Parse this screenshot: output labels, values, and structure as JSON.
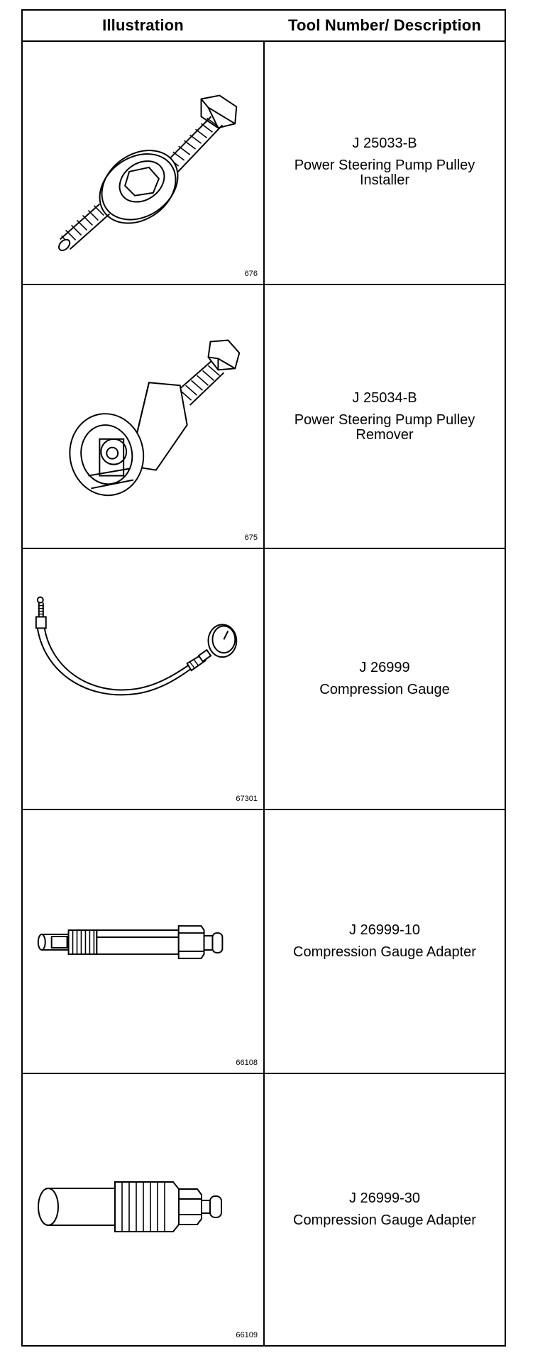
{
  "header": {
    "illustration": "Illustration",
    "tool": "Tool Number/ Description"
  },
  "rows": [
    {
      "fig": "676",
      "number": "J 25033-B",
      "description": "Power Steering Pump Pulley Installer",
      "icon": "pulley-installer-icon"
    },
    {
      "fig": "675",
      "number": "J 25034-B",
      "description": "Power Steering Pump Pulley Remover",
      "icon": "pulley-remover-icon"
    },
    {
      "fig": "67301",
      "number": "J 26999",
      "description": "Compression Gauge",
      "icon": "compression-gauge-icon"
    },
    {
      "fig": "66108",
      "number": "J 26999-10",
      "description": "Compression Gauge Adapter",
      "icon": "gauge-adapter-icon"
    },
    {
      "fig": "66109",
      "number": "J 26999-30",
      "description": "Compression Gauge Adapter",
      "icon": "gauge-adapter-icon"
    }
  ]
}
